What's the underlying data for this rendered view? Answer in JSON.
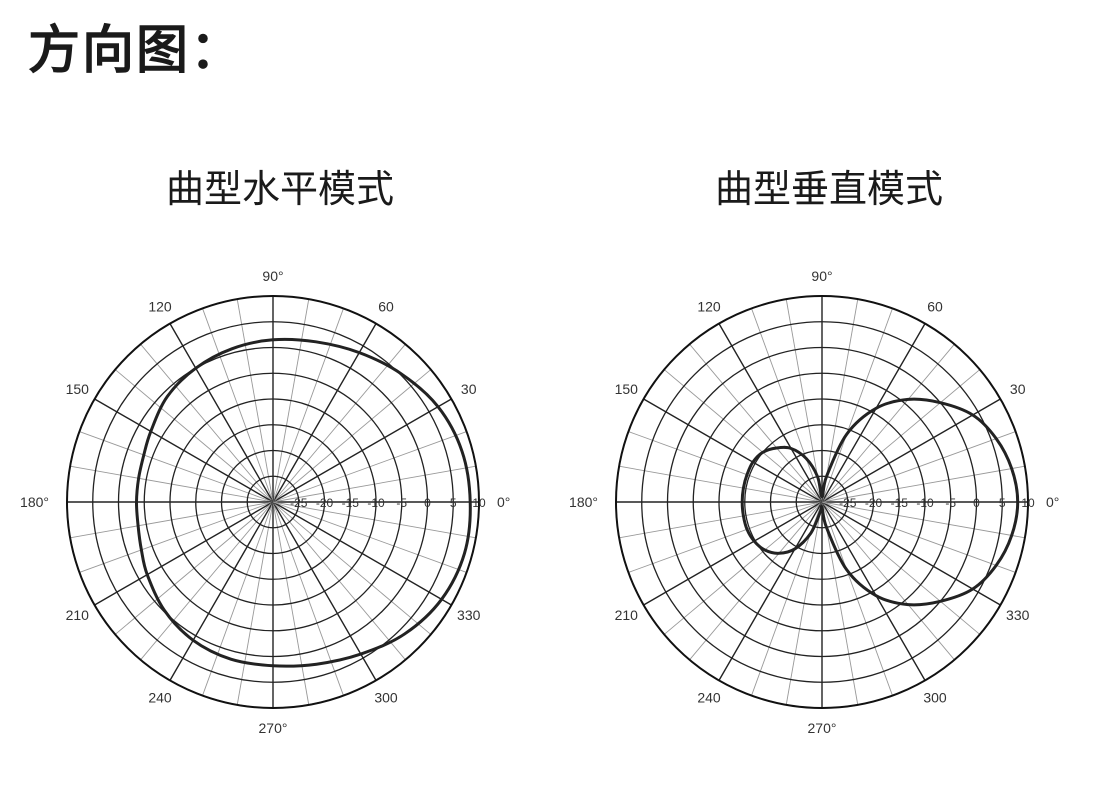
{
  "page": {
    "title": "方向图："
  },
  "chart_data": [
    {
      "type": "polar",
      "title": "曲型水平模式",
      "angle_ticks": [
        "90°",
        "60",
        "30",
        "0°",
        "330",
        "300",
        "270°",
        "240",
        "210",
        "180°",
        "150",
        "120"
      ],
      "radial_ticks": [
        "-25",
        "-20",
        "-15",
        "-10",
        "-5",
        "0",
        "5",
        "10"
      ],
      "r_range": [
        -30,
        10
      ],
      "series": [
        {
          "angles_deg": [
            0,
            15,
            30,
            45,
            60,
            75,
            90,
            105,
            120,
            135,
            150,
            160,
            170,
            180,
            190,
            200,
            210,
            225,
            240,
            255,
            270,
            285,
            300,
            315,
            330,
            345
          ],
          "values": [
            8.3,
            8.0,
            7.0,
            5.2,
            3.5,
            2.2,
            1.5,
            0.8,
            0.0,
            -1.0,
            -2.6,
            -3.3,
            -3.5,
            -3.5,
            -3.4,
            -2.8,
            -1.8,
            -0.2,
            1.0,
            1.6,
            1.8,
            2.6,
            4.1,
            6.2,
            7.8,
            8.5
          ]
        }
      ]
    },
    {
      "type": "polar",
      "title": "曲型垂直模式",
      "angle_ticks": [
        "90°",
        "60",
        "30",
        "0°",
        "330",
        "300",
        "270°",
        "240",
        "210",
        "180°",
        "150",
        "120"
      ],
      "radial_ticks": [
        "-25",
        "-20",
        "-15",
        "-10",
        "-5",
        "0",
        "5",
        "10"
      ],
      "r_range": [
        -30,
        10
      ],
      "series": [
        {
          "angles_deg": [
            0,
            10,
            20,
            30,
            40,
            50,
            60,
            70,
            80,
            90,
            100,
            110,
            120,
            130,
            140,
            150,
            160,
            170,
            180,
            190,
            200,
            210,
            220,
            230,
            240,
            250,
            260,
            270,
            280,
            290,
            300,
            310,
            320,
            330,
            340,
            350
          ],
          "values": [
            8.0,
            7.4,
            6.0,
            3.8,
            0.0,
            -4.0,
            -9.0,
            -16.0,
            -25.0,
            -29.0,
            -25.0,
            -21.0,
            -18.0,
            -16.3,
            -15.0,
            -14.5,
            -14.5,
            -14.5,
            -14.5,
            -14.5,
            -14.5,
            -14.8,
            -15.5,
            -17.0,
            -19.5,
            -23.5,
            -28.0,
            -29.0,
            -25.0,
            -16.0,
            -9.0,
            -4.0,
            0.0,
            3.8,
            6.0,
            7.4
          ]
        }
      ]
    }
  ]
}
